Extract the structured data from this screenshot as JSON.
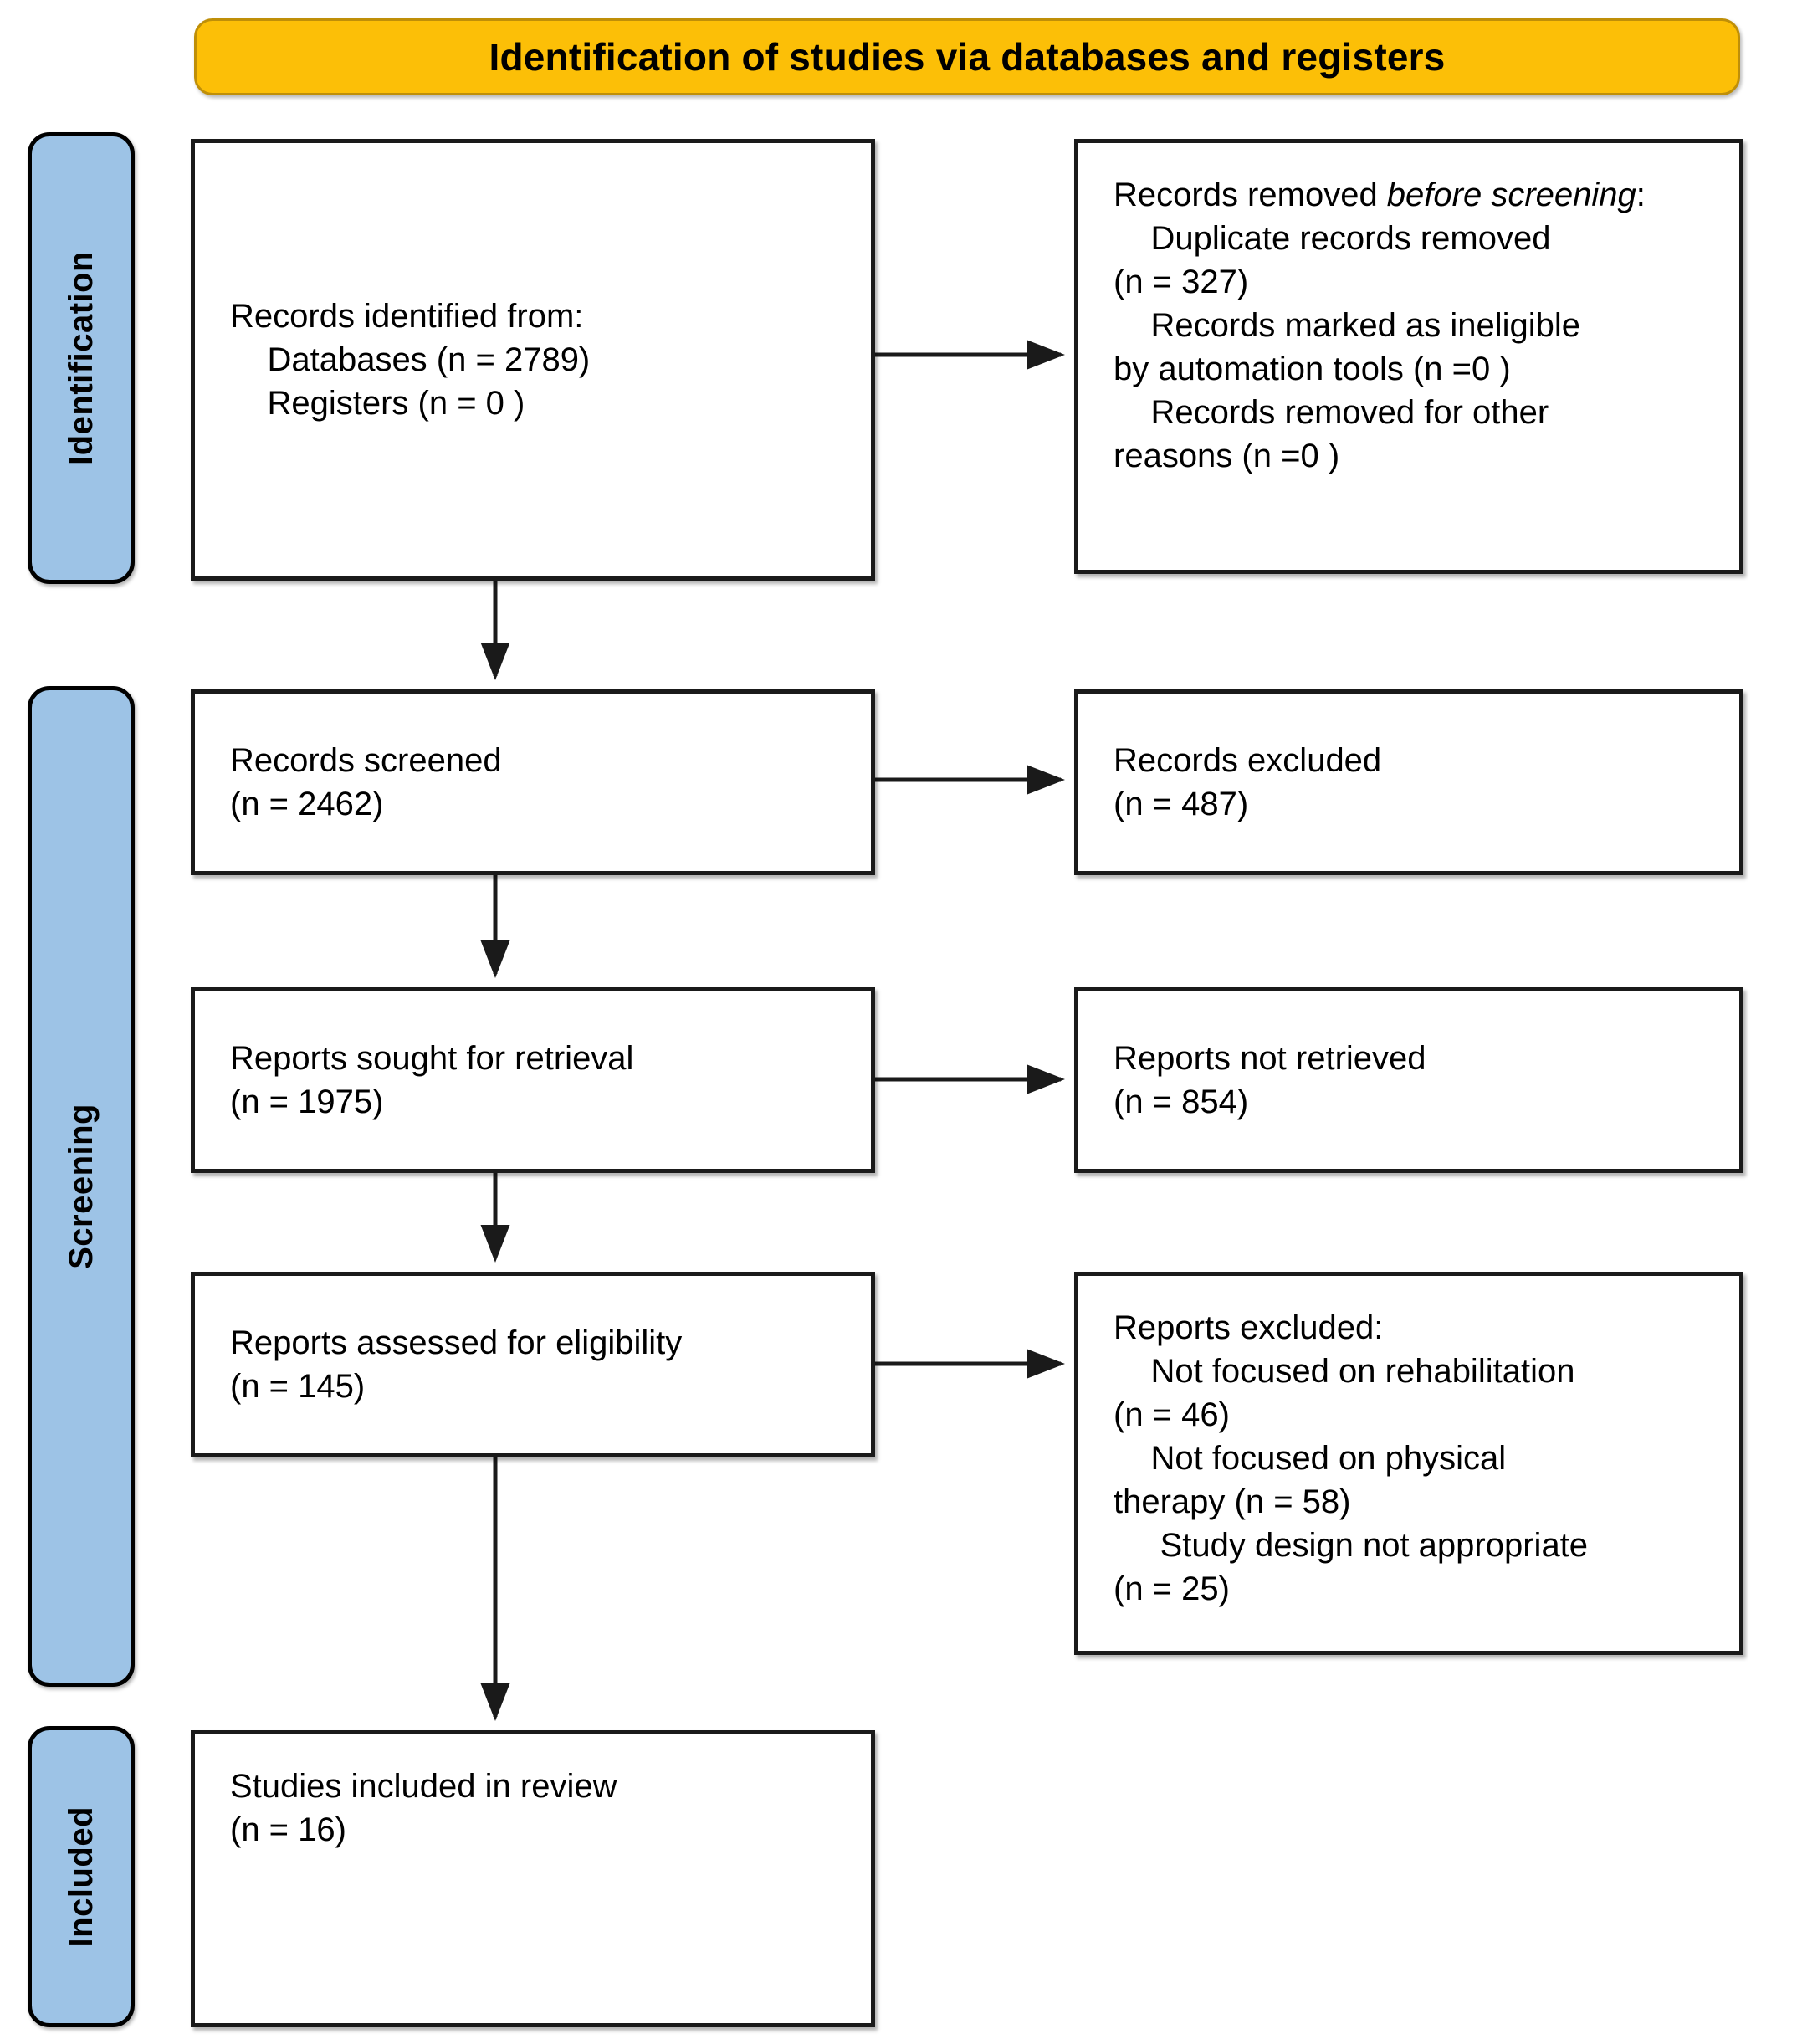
{
  "header": {
    "title": "Identification of studies via databases and registers",
    "bg_color": "#FCBF07",
    "border_color": "#BF8F08"
  },
  "stages": {
    "pill_color": "#9DC3E6",
    "identification": "Identification",
    "screening": "Screening",
    "included": "Included"
  },
  "boxes": {
    "identified": "Records identified from:\n    Databases (n = 2789)\n    Registers (n = 0 )",
    "removed_before_screening_line1": "Records removed ",
    "removed_before_screening_italic": "before screening",
    "removed_before_screening_rest": ":\n    Duplicate records removed\n(n = 327)\n    Records marked as ineligible\nby automation tools (n =0 )\n    Records removed for other\nreasons (n =0 )",
    "screened": "Records screened\n(n = 2462)",
    "records_excluded": "Records excluded\n(n = 487)",
    "sought": "Reports sought for retrieval\n(n = 1975)",
    "not_retrieved": "Reports not retrieved\n(n = 854)",
    "assessed": "Reports assessed for eligibility\n(n = 145)",
    "reports_excluded": "Reports excluded:\n    Not focused on rehabilitation\n(n = 46)\n    Not focused on physical\ntherapy (n = 58)\n     Study design not appropriate\n(n = 25)",
    "included": "Studies included in review\n(n = 16)"
  },
  "flow_data": {
    "type": "prisma-flow",
    "identified_databases": 2789,
    "identified_registers": 0,
    "duplicates_removed": 327,
    "ineligible_automation": 0,
    "removed_other_reasons": 0,
    "records_screened": 2462,
    "records_excluded": 487,
    "reports_sought": 1975,
    "reports_not_retrieved": 854,
    "reports_assessed": 145,
    "excluded_not_rehabilitation": 46,
    "excluded_not_physical_therapy": 58,
    "excluded_study_design": 25,
    "studies_included": 16
  }
}
